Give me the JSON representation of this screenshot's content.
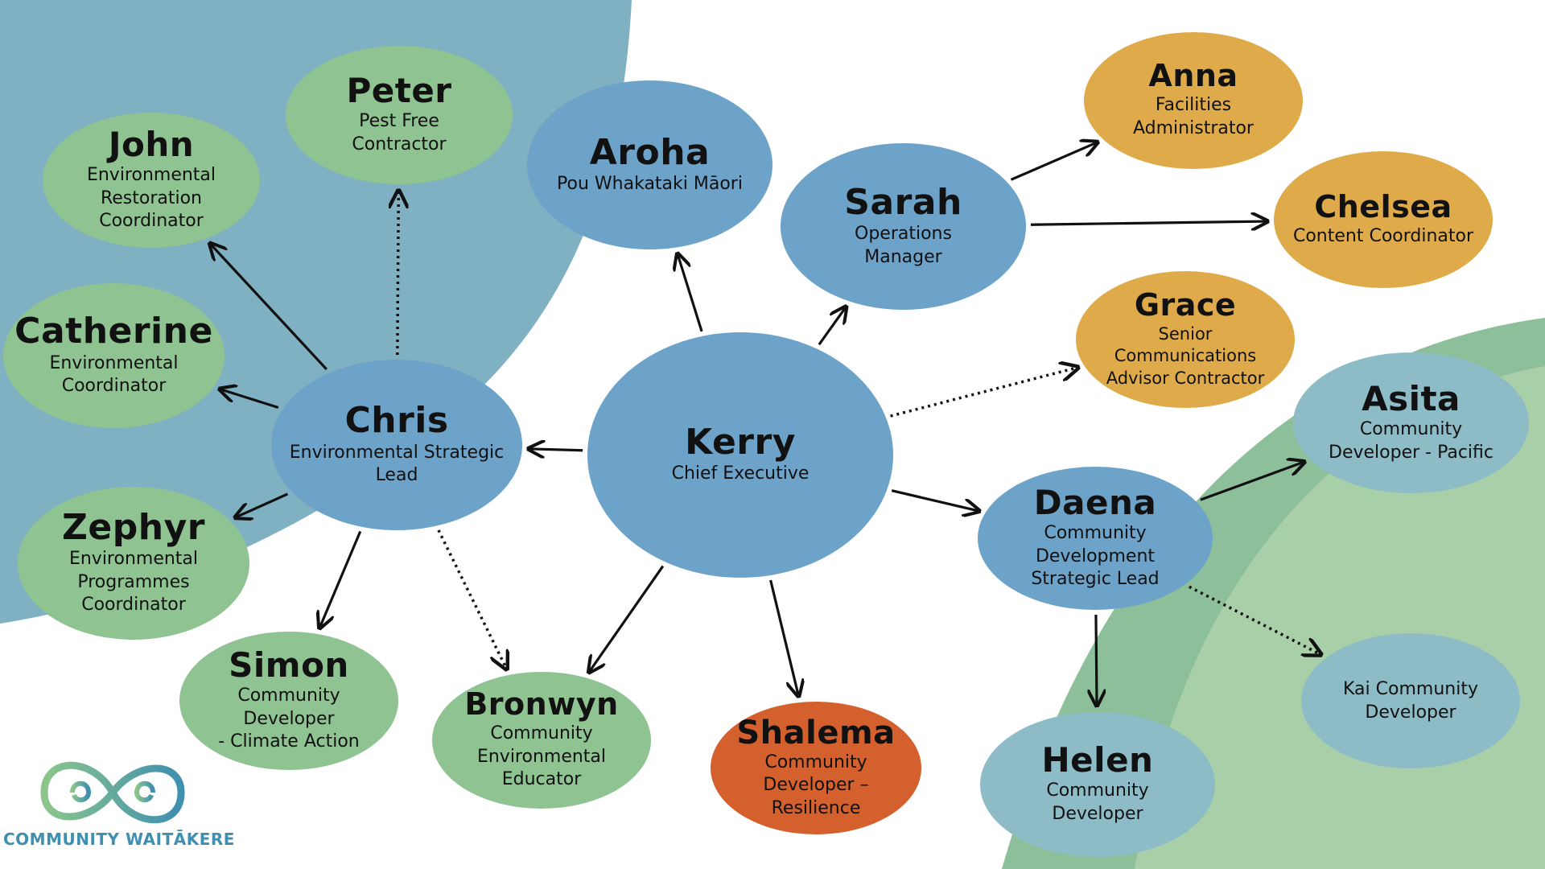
{
  "colors": {
    "blue": "#6da2c9",
    "green": "#8fc391",
    "gold": "#dfab4a",
    "orange": "#d3602d",
    "teal": "#8dbcc7",
    "background_blue": "#7fb1c2",
    "background_green": "#a9cfa9"
  },
  "nodes": {
    "kerry": {
      "name": "Kerry",
      "role": "Chief Executive"
    },
    "aroha": {
      "name": "Aroha",
      "role": "Pou Whakataki Māori"
    },
    "sarah": {
      "name": "Sarah",
      "role": "Operations\nManager"
    },
    "anna": {
      "name": "Anna",
      "role": "Facilities Administrator"
    },
    "chelsea": {
      "name": "Chelsea",
      "role": "Content Coordinator"
    },
    "grace": {
      "name": "Grace",
      "role": "Senior\nCommunications\nAdvisor Contractor"
    },
    "chris": {
      "name": "Chris",
      "role": "Environmental Strategic\nLead"
    },
    "peter": {
      "name": "Peter",
      "role": "Pest Free\nContractor"
    },
    "john": {
      "name": "John",
      "role": "Environmental\nRestoration\nCoordinator"
    },
    "catherine": {
      "name": "Catherine",
      "role": "Environmental\nCoordinator"
    },
    "zephyr": {
      "name": "Zephyr",
      "role": "Environmental\nProgrammes\nCoordinator"
    },
    "simon": {
      "name": "Simon",
      "role": "Community Developer\n- Climate Action"
    },
    "bronwyn": {
      "name": "Bronwyn",
      "role": "Community\nEnvironmental\nEducator"
    },
    "shalema": {
      "name": "Shalema",
      "role": "Community\nDeveloper –\nResilience"
    },
    "daena": {
      "name": "Daena",
      "role": "Community\nDevelopment\nStrategic Lead"
    },
    "asita": {
      "name": "Asita",
      "role": "Community\nDeveloper - Pacific"
    },
    "kai": {
      "name": "",
      "role": "Kai Community\nDeveloper"
    },
    "helen": {
      "name": "Helen",
      "role": "Community\nDeveloper"
    }
  },
  "edges": [
    {
      "from": "kerry",
      "to": "aroha",
      "style": "solid"
    },
    {
      "from": "kerry",
      "to": "sarah",
      "style": "solid"
    },
    {
      "from": "kerry",
      "to": "grace",
      "style": "dotted"
    },
    {
      "from": "kerry",
      "to": "chris",
      "style": "solid"
    },
    {
      "from": "kerry",
      "to": "daena",
      "style": "solid"
    },
    {
      "from": "kerry",
      "to": "bronwyn",
      "style": "solid"
    },
    {
      "from": "kerry",
      "to": "shalema",
      "style": "solid"
    },
    {
      "from": "sarah",
      "to": "anna",
      "style": "solid"
    },
    {
      "from": "sarah",
      "to": "chelsea",
      "style": "solid"
    },
    {
      "from": "chris",
      "to": "peter",
      "style": "dotted"
    },
    {
      "from": "chris",
      "to": "john",
      "style": "solid"
    },
    {
      "from": "chris",
      "to": "catherine",
      "style": "solid"
    },
    {
      "from": "chris",
      "to": "zephyr",
      "style": "solid"
    },
    {
      "from": "chris",
      "to": "simon",
      "style": "solid"
    },
    {
      "from": "chris",
      "to": "bronwyn",
      "style": "dotted"
    },
    {
      "from": "daena",
      "to": "asita",
      "style": "solid"
    },
    {
      "from": "daena",
      "to": "kai",
      "style": "dotted"
    },
    {
      "from": "daena",
      "to": "helen",
      "style": "solid"
    }
  ],
  "logo": {
    "text": "COMMUNITY WAITĀKERE"
  }
}
